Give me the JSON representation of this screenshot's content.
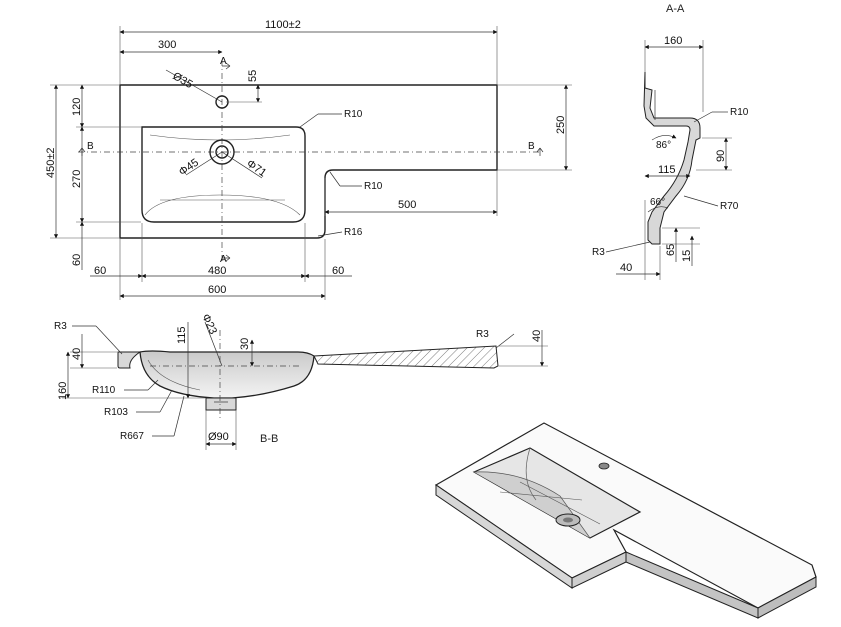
{
  "top_view": {
    "overall_length": "1100±2",
    "tap_offset": "300",
    "tap_hole_dia": "Ø35",
    "tap_from_back": "55",
    "depth_total": "450±2",
    "back_band": "120",
    "bowl_band": "270",
    "front_band": "60",
    "shelf_depth": "250",
    "shelf_length": "500",
    "bowl_corner": "R10",
    "step_corner": "R10",
    "front_corner": "R16",
    "waste_outer": "Φ71",
    "waste_inner": "Φ45",
    "bowl_left_rim": "60",
    "bowl_width": "480",
    "bowl_right_rim": "60",
    "basin_width": "600",
    "section_b_left": "B",
    "section_b_right": "B",
    "section_a_top": "A",
    "section_a_bottom": "A"
  },
  "section_aa": {
    "title": "A-A",
    "width": "160",
    "radius_top": "R10",
    "angle_top": "86°",
    "width_lower": "115",
    "drop": "90",
    "angle_lower": "66°",
    "radius_bowl": "R70",
    "radius_edge": "R3",
    "edge_overhang": "40",
    "front_height": "65",
    "lip": "15"
  },
  "section_bb": {
    "title": "B-B",
    "radius_left": "R3",
    "rim_left": "40",
    "bowl_depth": "160",
    "shelf_depth": "115",
    "tap_hole": "Φ23",
    "tap_offset": "30",
    "r110": "R110",
    "r103": "R103",
    "r667": "R667",
    "waste_dia": "Ø90",
    "radius_right": "R3",
    "rim_right": "40"
  },
  "iso_view": {
    "label": ""
  }
}
